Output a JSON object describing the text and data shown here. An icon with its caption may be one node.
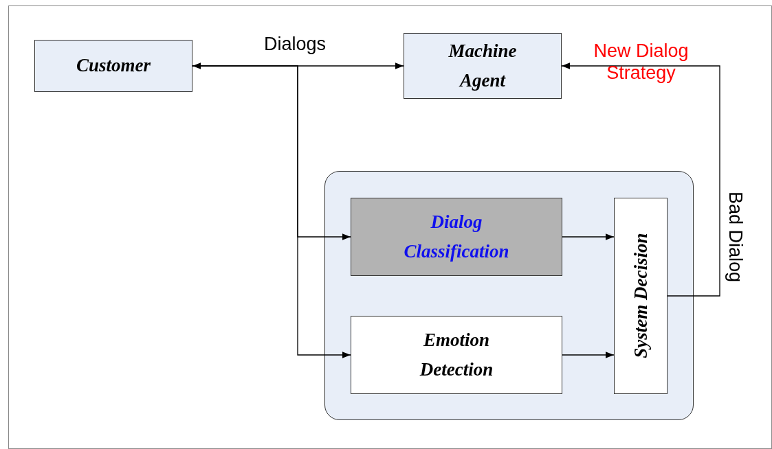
{
  "diagram": {
    "nodes": [
      {
        "text": [
          "Customer"
        ]
      },
      {
        "text": [
          "Machine Agent"
        ]
      },
      {
        "text": [],
        "shape": "box"
      },
      {
        "text": [
          "Dialog Classification"
        ],
        "in": 2
      },
      {
        "text": [
          "Emotion Detection"
        ],
        "in": 2
      },
      {
        "text": [
          "System Decision"
        ],
        "in": 2
      }
    ],
    "edges": [
      {
        "from": 0,
        "to": 1,
        "arrow": "both",
        "label": "Dialogs"
      },
      {
        "from": 0,
        "to": 3,
        "arrow": "to"
      },
      {
        "from": 0,
        "to": 4,
        "arrow": "to"
      },
      {
        "from": 3,
        "to": 5,
        "arrow": "to"
      },
      {
        "from": 4,
        "to": 5,
        "arrow": "to"
      },
      {
        "from": 5,
        "to": 1,
        "arrow": "to",
        "label": "Bad Dialog"
      }
    ],
    "labels": [
      "New Dialog Strategy"
    ]
  }
}
